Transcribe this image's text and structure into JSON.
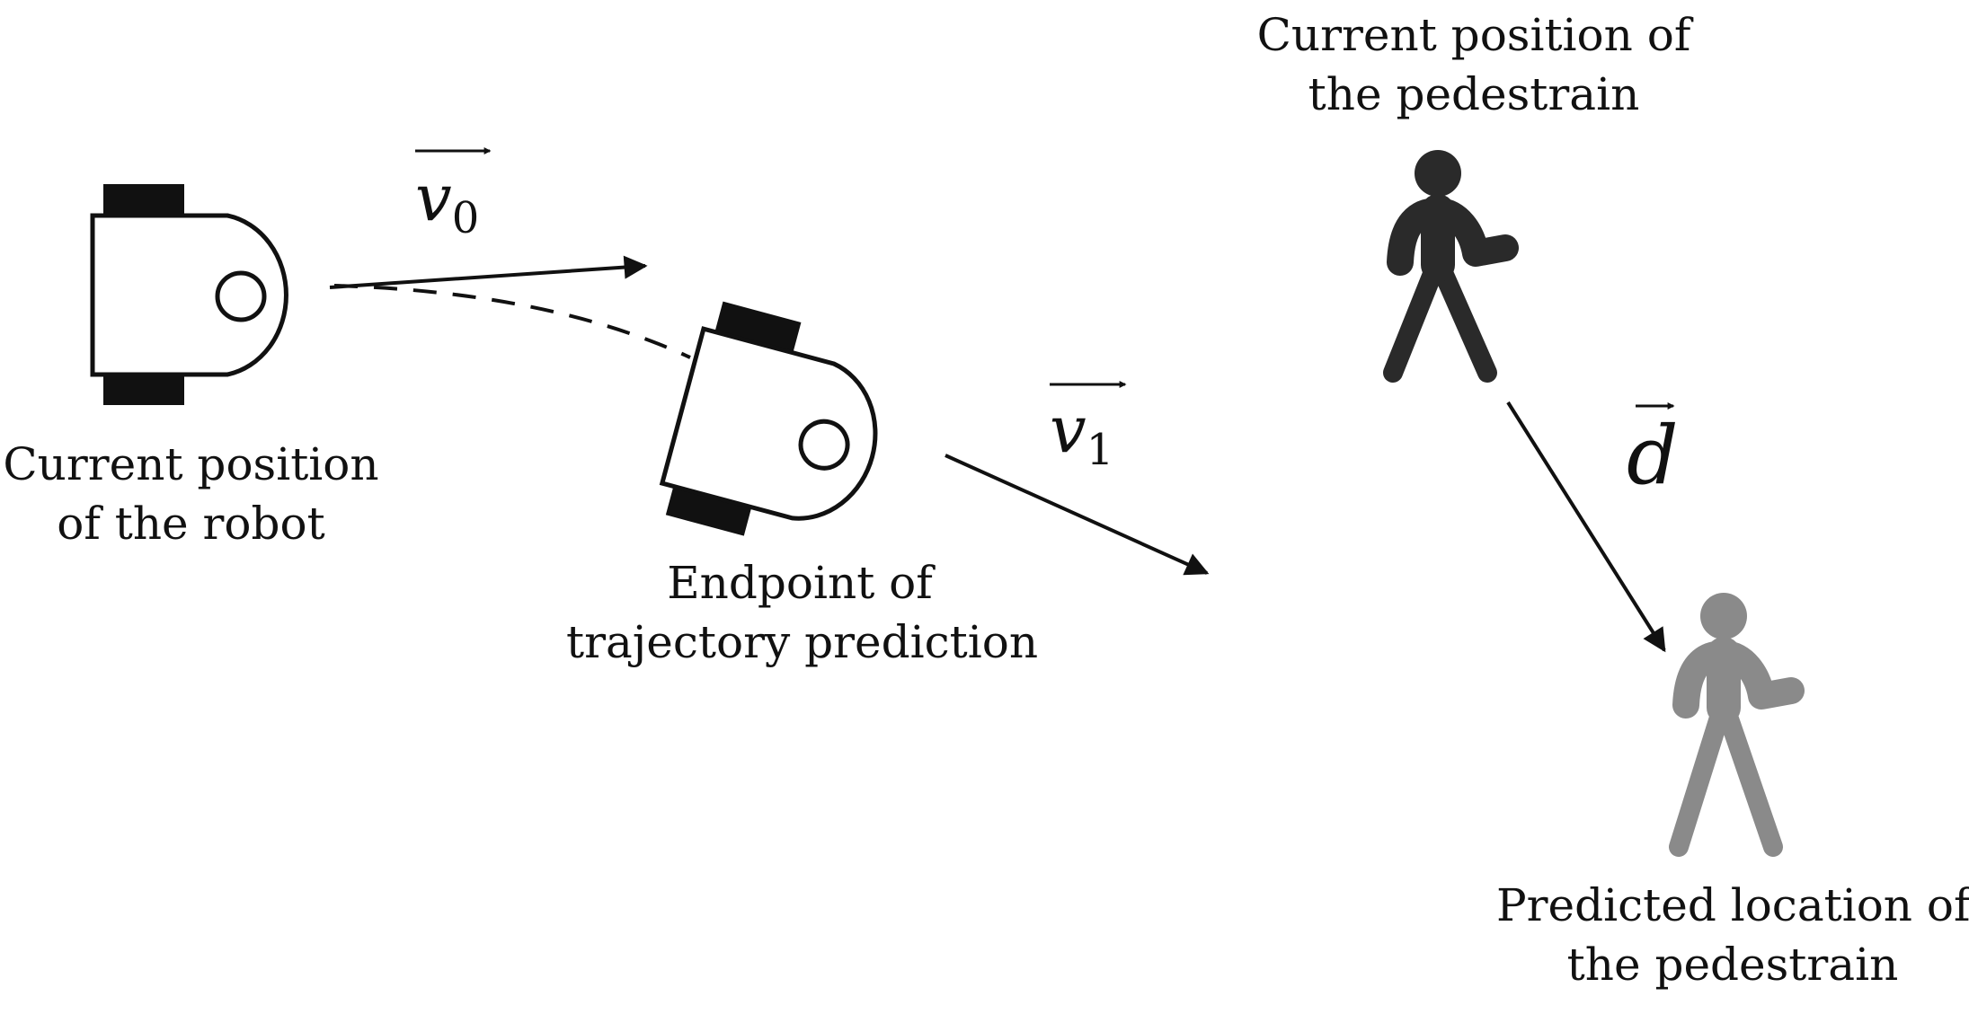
{
  "labels": {
    "robot_current": [
      "Current position",
      "of the robot"
    ],
    "robot_endpoint": [
      "Endpoint of",
      "trajectory prediction"
    ],
    "pedestrian_current": [
      "Current position of",
      "the pedestrain"
    ],
    "pedestrian_predicted": [
      "Predicted location of",
      "the pedestrain"
    ]
  },
  "vectors": {
    "v0": {
      "symbol": "v",
      "subscript": "0"
    },
    "v1": {
      "symbol": "v",
      "subscript": "1"
    },
    "d": {
      "symbol": "d"
    }
  },
  "icons": {
    "robot": "robot-topview-icon",
    "pedestrian_current": "walking-person-icon",
    "pedestrian_predicted": "walking-person-icon"
  },
  "colors": {
    "stroke": "#111111",
    "pedestrian_current": "#2a2a2a",
    "pedestrian_predicted": "#8a8a8a"
  }
}
